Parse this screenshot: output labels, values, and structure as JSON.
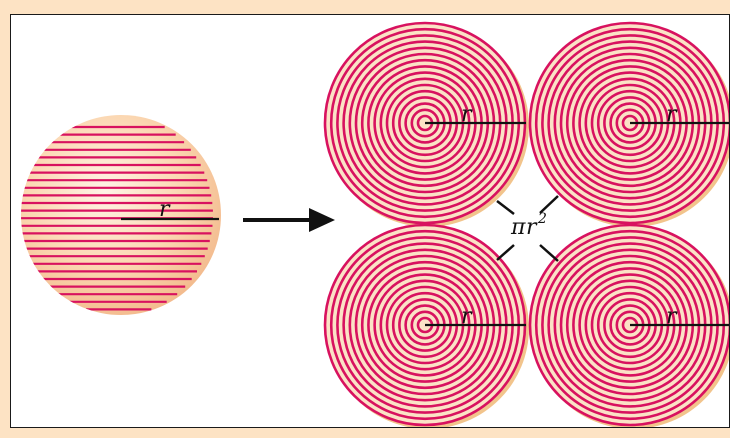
{
  "labels": {
    "sphere_radius": "r",
    "disk_radius": "r",
    "area_pi": "π",
    "area_r": "r",
    "area_exp": "2"
  },
  "colors": {
    "page_bg": "#fde3c4",
    "panel_bg": "#ffffff",
    "stripe": "#d8125f",
    "sphere_light": "#fff1e0",
    "sphere_mid": "#f7c99a",
    "disk_shadow": "#f2c48c",
    "ink": "#111111"
  },
  "counts": {
    "disks": 4
  }
}
